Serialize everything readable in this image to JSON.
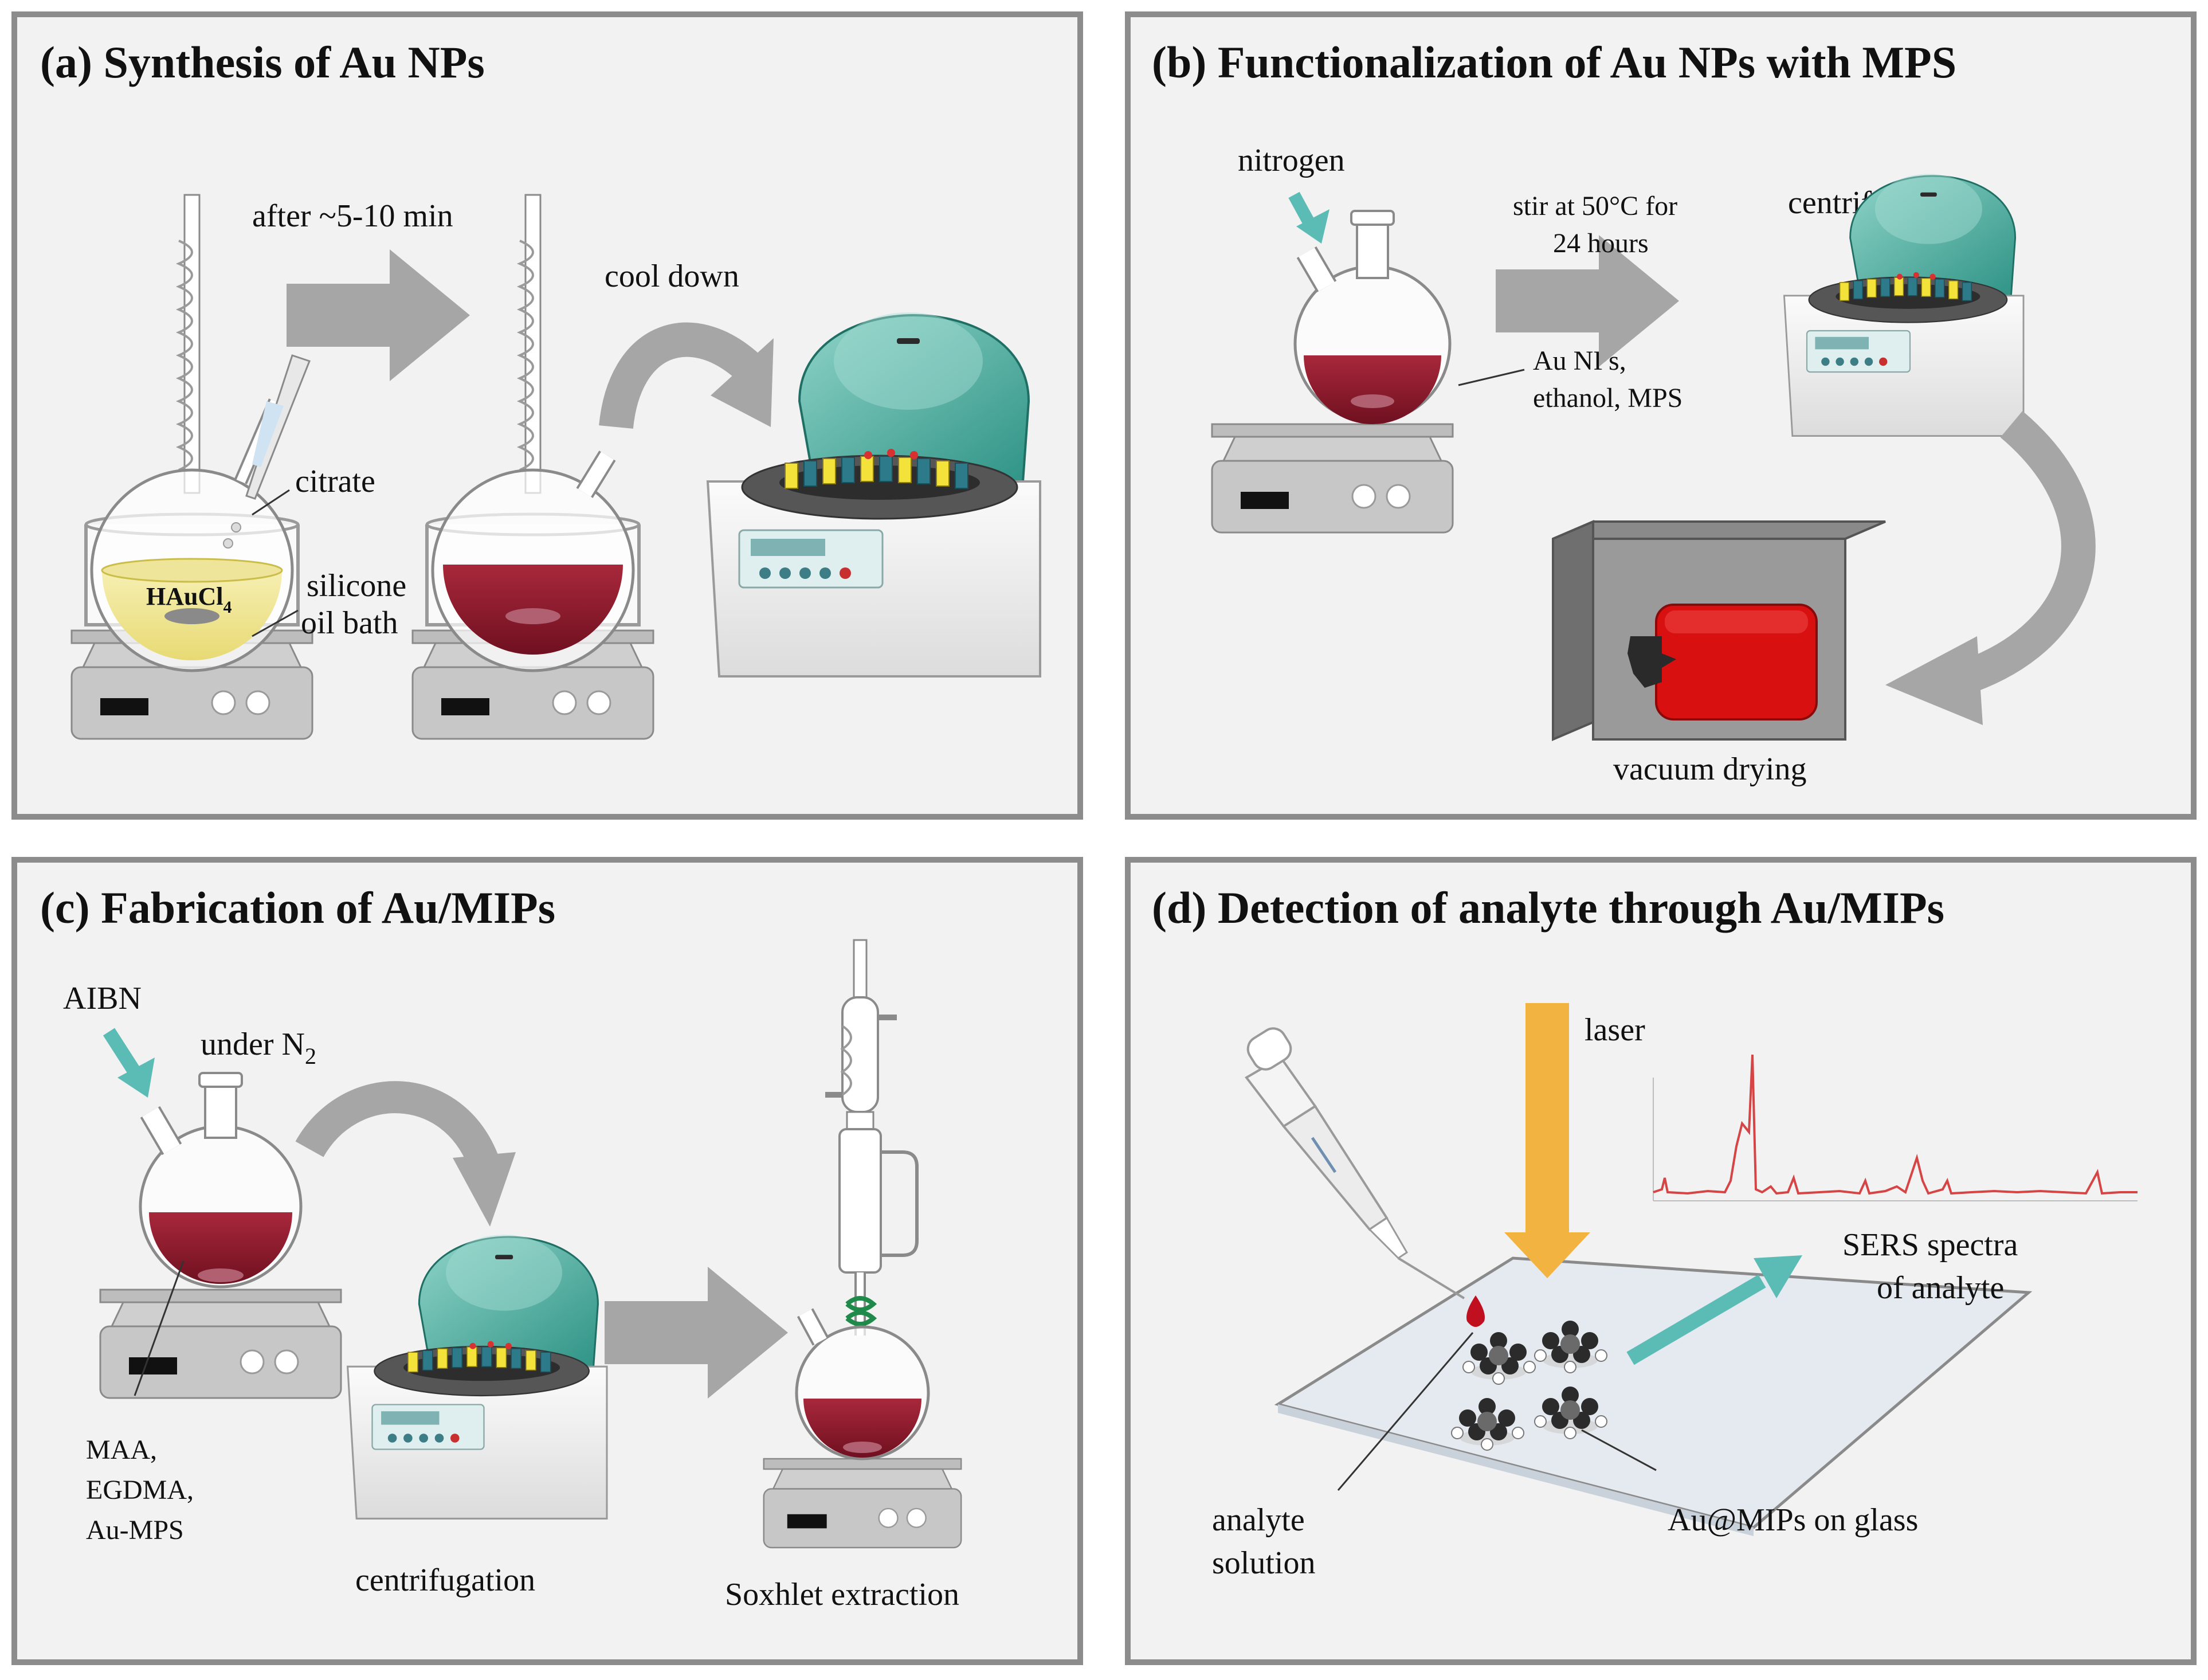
{
  "panels": {
    "a": {
      "title": "(a) Synthesis of Au NPs",
      "step_label": "after ~5-10 min",
      "cool_label": "cool down",
      "citrate_label": "citrate",
      "oil_label_1": "silicone",
      "oil_label_2": "oil bath",
      "flask_label_main": "HAuCl",
      "flask_label_sub": "4"
    },
    "b": {
      "title": "(b) Functionalization of Au NPs with MPS",
      "gas_label": "nitrogen",
      "stir_label_1": "stir at 50°C for",
      "stir_label_2": "24 hours",
      "centrifuge_label": "centrifugation",
      "contents_label_1": "Au NPs,",
      "contents_label_2": "ethanol, MPS",
      "drying_label": "vacuum drying"
    },
    "c": {
      "title": "(c) Fabrication of Au/MIPs",
      "initiator_label": "AIBN",
      "atmosphere_main": "under N",
      "atmosphere_sub": "2",
      "reagent_1": "MAA,",
      "reagent_2": "EGDMA,",
      "reagent_3": "Au-MPS",
      "centrifuge_label": "centrifugation",
      "extraction_label": "Soxhlet extraction"
    },
    "d": {
      "title": "(d) Detection of analyte through Au/MIPs",
      "laser_label": "laser",
      "spectra_label_1": "SERS spectra",
      "spectra_label_2": "of analyte",
      "analyte_label_1": "analyte",
      "analyte_label_2": "solution",
      "substrate_label": "Au@MIPs on glass"
    }
  },
  "colors": {
    "panel_border": "#8c8c8c",
    "panel_fill": "#f2f2f2",
    "arrow_gray": "#a6a6a6",
    "teal": "#5bbcb6",
    "laser": "#f2b340",
    "solution": "#8b1a2a",
    "oven_door": "#d91010",
    "spectrum": "#d64545"
  }
}
